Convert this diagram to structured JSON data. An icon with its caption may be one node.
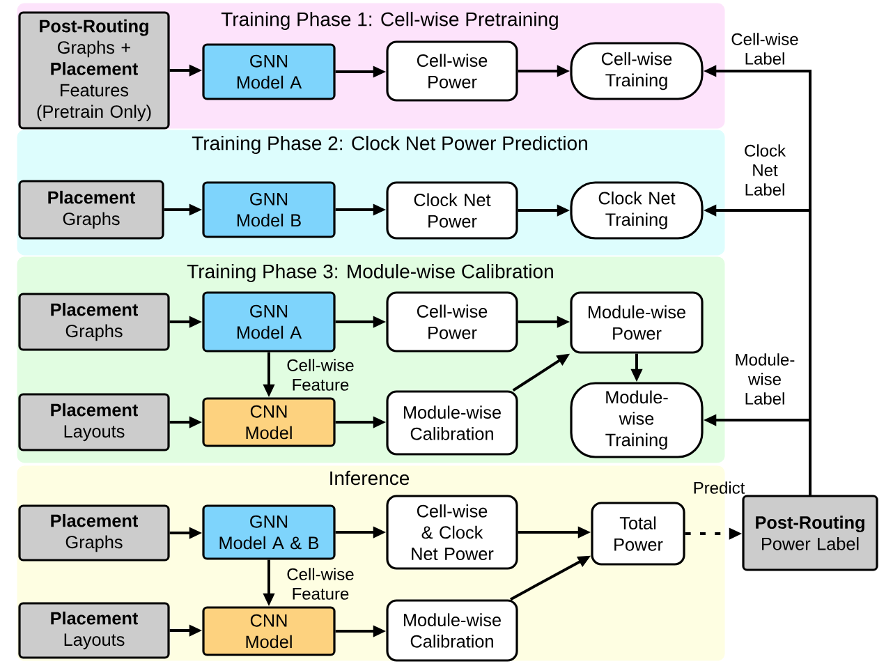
{
  "diagram": {
    "nodes": [
      {
        "text": [
          "Training Phase 1: Cell-wise Pretraining"
        ]
      },
      {
        "text": [
          "**Post-Routing** Graphs + **Placement** Features (Pretrain Only)"
        ],
        "in": 0
      },
      {
        "text": [
          "GNN",
          "Model A"
        ],
        "in": 0
      },
      {
        "text": [
          "Cell-wise Power"
        ],
        "in": 0
      },
      {
        "text": [
          "Cell-wise Training"
        ],
        "in": 0
      },
      {
        "text": [
          "Training Phase 2: Clock Net Power Prediction"
        ]
      },
      {
        "text": [
          "Placement",
          "Graphs"
        ],
        "in": 5
      },
      {
        "text": [
          "GNN",
          "Model B"
        ],
        "in": 5
      },
      {
        "text": [
          "Clock Net Power"
        ],
        "in": 5
      },
      {
        "text": [
          "Clock Net Training"
        ],
        "in": 5
      },
      {
        "text": [
          "Training Phase 3: Module-wise Calibration"
        ]
      },
      {
        "text": [
          "Placement",
          "Graphs"
        ],
        "in": 10
      },
      {
        "text": [
          "GNN",
          "Model A"
        ],
        "in": 10
      },
      {
        "text": [
          "Cell-wise Power"
        ],
        "in": 10
      },
      {
        "text": [
          "Module-wise Power"
        ],
        "in": 10
      },
      {
        "text": [
          "Placement",
          "Layouts"
        ],
        "in": 10
      },
      {
        "text": [
          "CNN",
          "Model"
        ],
        "in": 10
      },
      {
        "text": [
          "Module-wise Calibration"
        ],
        "in": 10
      },
      {
        "text": [
          "Module-wise Training"
        ],
        "in": 10
      },
      {
        "text": [
          "Inference"
        ]
      },
      {
        "text": [
          "Placement",
          "Graphs"
        ],
        "in": 19
      },
      {
        "text": [
          "GNN",
          "Model A & B"
        ],
        "in": 19
      },
      {
        "text": [
          "Cell-wise & Clock Net Power"
        ],
        "in": 19
      },
      {
        "text": [
          "Total Power"
        ],
        "in": 19
      },
      {
        "text": [
          "Placement",
          "Layouts"
        ],
        "in": 19
      },
      {
        "text": [
          "CNN",
          "Model"
        ],
        "in": 19
      },
      {
        "text": [
          "Module-wise Calibration"
        ],
        "in": 19
      },
      {
        "text": [
          "Post-Routing",
          "Power Label"
        ]
      }
    ],
    "edges": [
      {
        "from": 1,
        "to": 2,
        "arrow": "to"
      },
      {
        "from": 2,
        "to": 3,
        "arrow": "to"
      },
      {
        "from": 3,
        "to": 4,
        "arrow": "to"
      },
      {
        "from": 6,
        "to": 7,
        "arrow": "to"
      },
      {
        "from": 7,
        "to": 8,
        "arrow": "to"
      },
      {
        "from": 8,
        "to": 9,
        "arrow": "to"
      },
      {
        "from": 11,
        "to": 12,
        "arrow": "to"
      },
      {
        "from": 12,
        "to": 13,
        "arrow": "to"
      },
      {
        "from": 13,
        "to": 14,
        "arrow": "to"
      },
      {
        "from": 12,
        "to": 16,
        "arrow": "to",
        "label": "Cell-wise Feature"
      },
      {
        "from": 15,
        "to": 16,
        "arrow": "to"
      },
      {
        "from": 16,
        "to": 17,
        "arrow": "to"
      },
      {
        "from": 17,
        "to": 14,
        "arrow": "to"
      },
      {
        "from": 14,
        "to": 18,
        "arrow": "to"
      },
      {
        "from": 20,
        "to": 21,
        "arrow": "to"
      },
      {
        "from": 21,
        "to": 22,
        "arrow": "to"
      },
      {
        "from": 22,
        "to": 23,
        "arrow": "to"
      },
      {
        "from": 21,
        "to": 25,
        "arrow": "to",
        "label": "Cell-wise Feature"
      },
      {
        "from": 24,
        "to": 25,
        "arrow": "to"
      },
      {
        "from": 25,
        "to": 26,
        "arrow": "to"
      },
      {
        "from": 26,
        "to": 23,
        "arrow": "to"
      },
      {
        "from": 23,
        "to": 27,
        "arrow": "to",
        "style": "dashed",
        "label": "Predict"
      },
      {
        "from": 27,
        "to": 4,
        "arrow": "to",
        "label": "Cell-wise Label"
      },
      {
        "from": 27,
        "to": 9,
        "arrow": "to",
        "label": "Clock Net Label"
      },
      {
        "from": 27,
        "to": 18,
        "arrow": "to",
        "label": "Module-wise Label"
      }
    ]
  }
}
